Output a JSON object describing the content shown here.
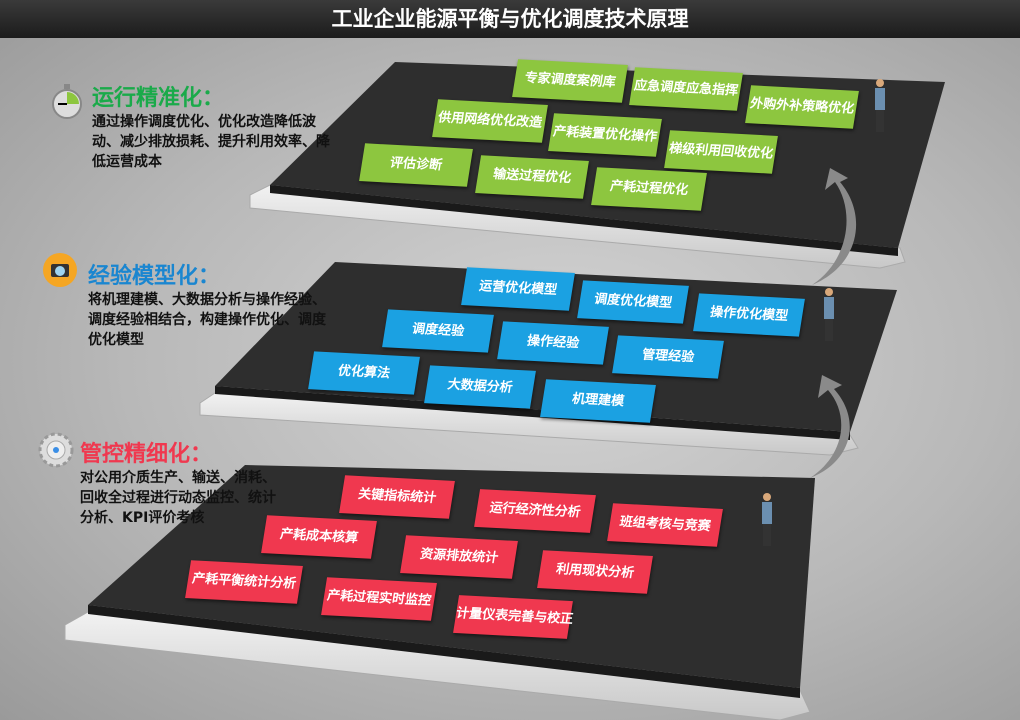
{
  "title": "工业企业能源平衡与优化调度技术原理",
  "sections": [
    {
      "heading": "运行精准化：",
      "desc": "通过操作调度优化、优化改造降低波动、减少排放损耗、提升利用效率、降低运营成本",
      "color": "#1aaa4a",
      "icon": "stopwatch-icon"
    },
    {
      "heading": "经验模型化：",
      "desc": "将机理建模、大数据分析与操作经验、调度经验相结合，构建操作优化、调度优化模型",
      "color": "#1a86d0",
      "icon": "camera-icon"
    },
    {
      "heading": "管控精细化：",
      "desc": "对公用介质生产、输送、消耗、回收全过程进行动态监控、统计分析、KPI评价考核",
      "color": "#f0384f",
      "icon": "gear-icon"
    }
  ],
  "top_tags": [
    "专家调度案例库",
    "应急调度应急指挥",
    "外购外补策略优化",
    "供用网络优化改造",
    "产耗装置优化操作",
    "梯级利用回收优化",
    "评估诊断",
    "输送过程优化",
    "产耗过程优化"
  ],
  "mid_tags": [
    "运营优化模型",
    "调度优化模型",
    "操作优化模型",
    "调度经验",
    "操作经验",
    "管理经验",
    "优化算法",
    "大数据分析",
    "机理建模"
  ],
  "bot_tags": [
    "关键指标统计",
    "运行经济性分析",
    "班组考核与竞赛",
    "产耗成本核算",
    "资源排放统计",
    "利用现状分析",
    "产耗平衡统计分析",
    "产耗过程实时监控",
    "计量仪表完善与校正"
  ]
}
